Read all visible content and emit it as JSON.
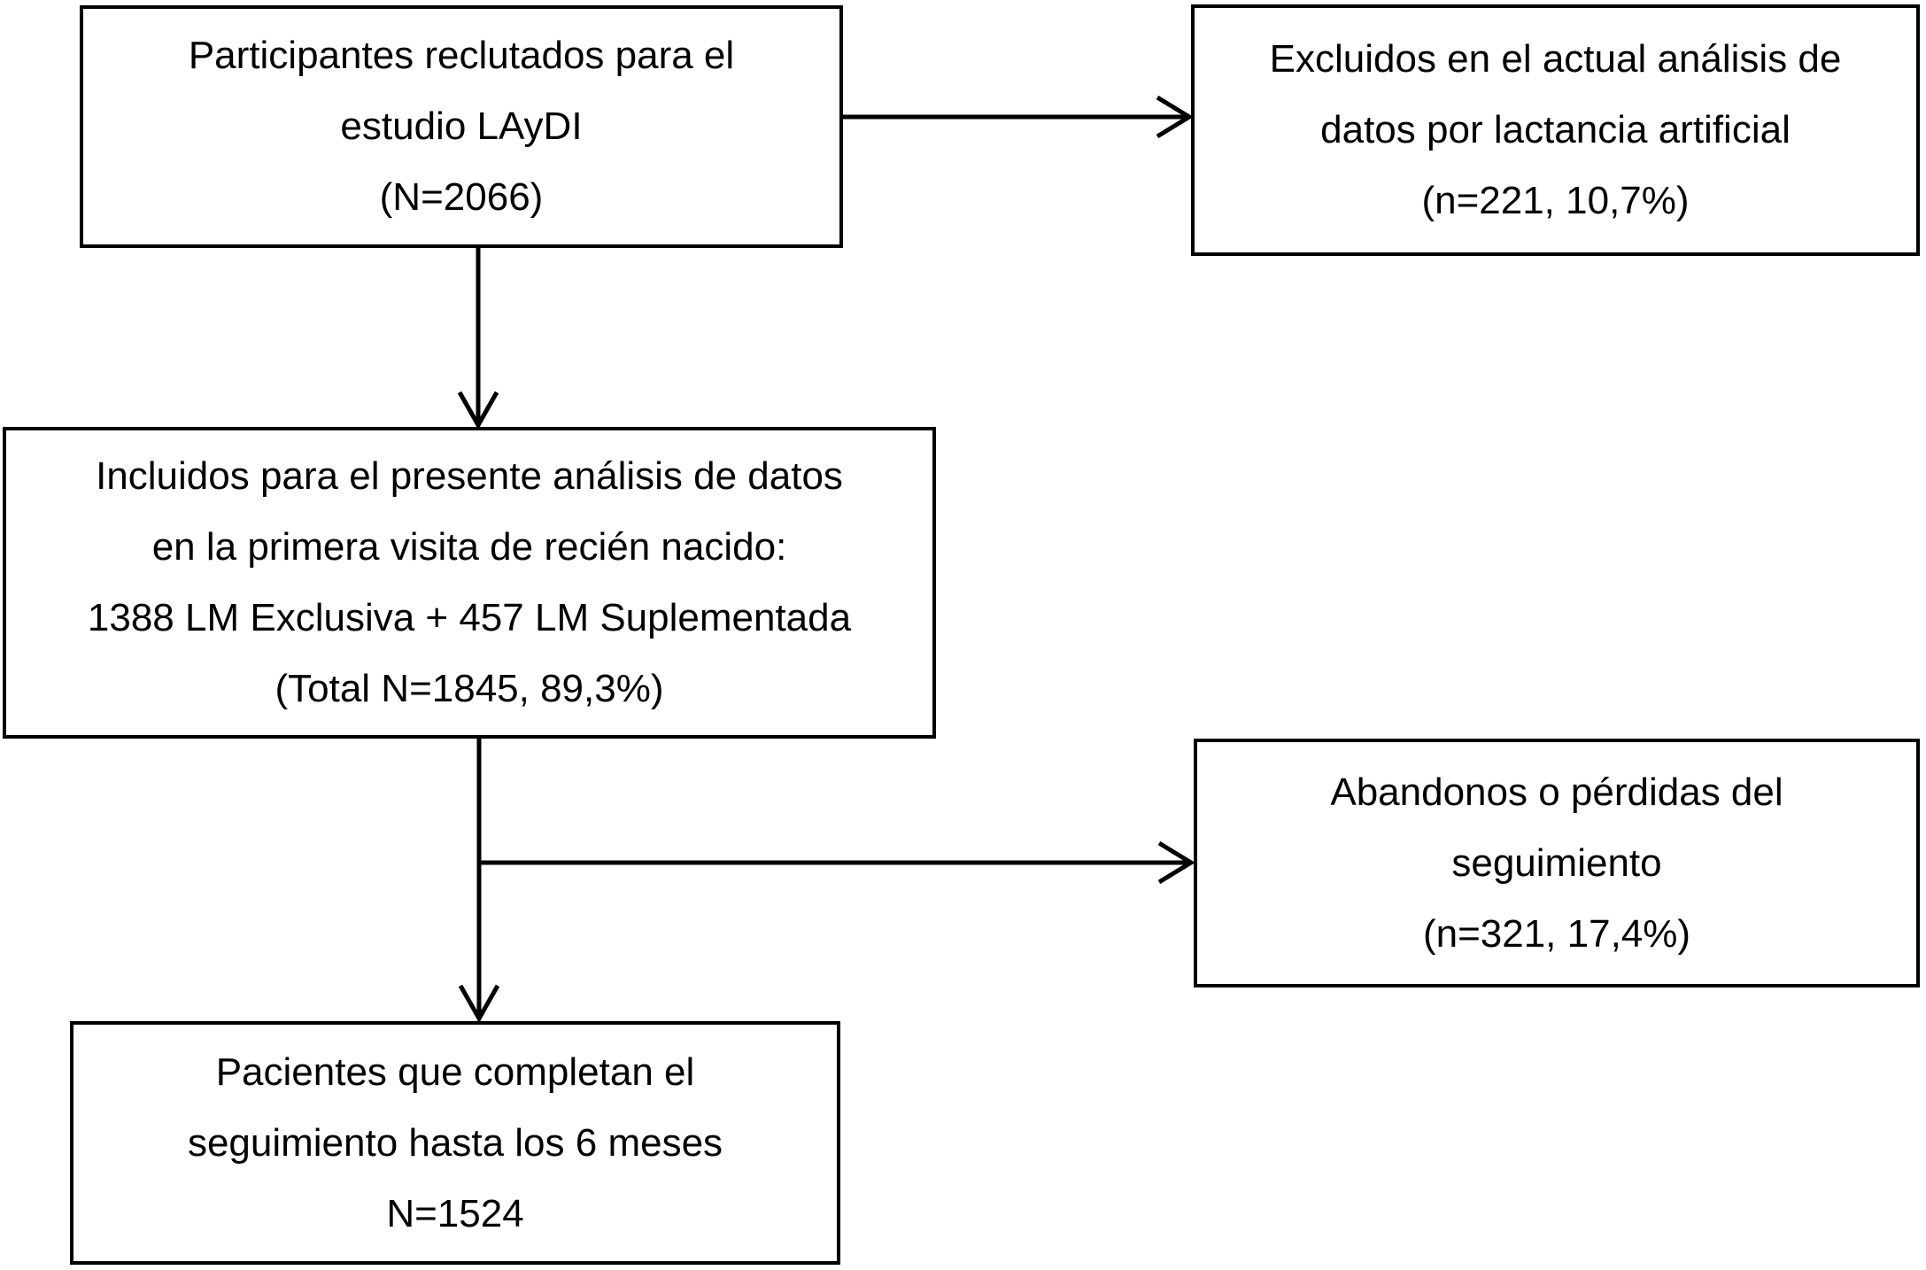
{
  "diagram": {
    "type": "study-flow-diagram",
    "language": "es",
    "colors": {
      "background": "#ffffff",
      "box_border": "#000000",
      "box_fill": "#ffffff",
      "arrow": "#000000",
      "text": "#000000"
    },
    "boxes": [
      {
        "id": "recruited",
        "lines": [
          "Participantes reclutados para el",
          "estudio LAyDI",
          "(N=2066)"
        ]
      },
      {
        "id": "excluded",
        "lines": [
          "Excluidos en el actual análisis de",
          "datos por lactancia artificial",
          "(n=221, 10,7%)"
        ]
      },
      {
        "id": "included",
        "lines": [
          "Incluidos para el presente análisis de datos",
          "en la primera visita de recién nacido:",
          "1388 LM Exclusiva + 457 LM Suplementada",
          "(Total N=1845, 89,3%)"
        ]
      },
      {
        "id": "dropouts",
        "lines": [
          "Abandonos o pérdidas del",
          "seguimiento",
          "(n=321, 17,4%)"
        ]
      },
      {
        "id": "completed",
        "lines": [
          "Pacientes que completan el",
          "seguimiento hasta los 6 meses",
          "N=1524"
        ]
      }
    ],
    "edges": [
      {
        "from": "recruited",
        "to": "excluded",
        "direction": "right"
      },
      {
        "from": "recruited",
        "to": "included",
        "direction": "down"
      },
      {
        "from": "included",
        "to": "completed",
        "direction": "down"
      },
      {
        "from": "included",
        "to": "dropouts",
        "direction": "right-branch"
      }
    ]
  }
}
